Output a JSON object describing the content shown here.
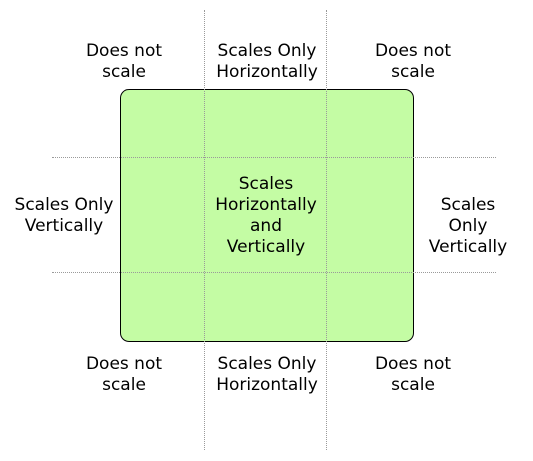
{
  "diagram": {
    "regions": {
      "top_left": "Does not\nscale",
      "top_center": "Scales Only\nHorizontally",
      "top_right": "Does not\nscale",
      "middle_left": "Scales Only\nVertically",
      "center": "Scales\nHorizontally\nand\nVertically",
      "middle_right": "Scales Only\nVertically",
      "bottom_left": "Does not\nscale",
      "bottom_center": "Scales Only\nHorizontally",
      "bottom_right": "Does not\nscale"
    },
    "colors": {
      "box_fill": "#c4fca4",
      "box_border": "#000000",
      "guide_lines": "#9a9a9a"
    }
  }
}
